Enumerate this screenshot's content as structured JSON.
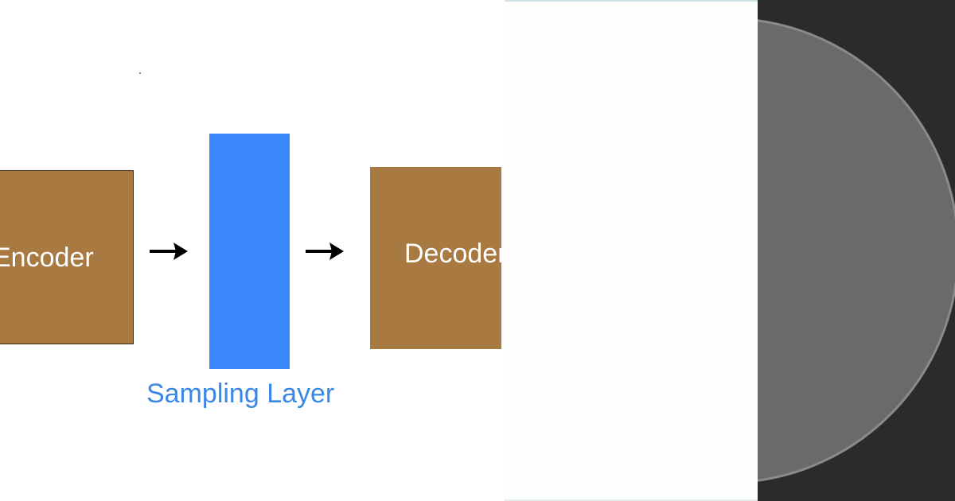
{
  "diagram": {
    "encoder": {
      "label": "Encoder"
    },
    "sampling_layer": {
      "label": "Sampling Layer"
    },
    "decoder": {
      "label": "Decoder"
    }
  },
  "colors": {
    "encoder_fill": "#a87a42",
    "decoder_fill": "#a87a42",
    "sampling_fill": "#3a87fb",
    "sampling_label": "#3a87e4",
    "arrow": "#000000",
    "background": "#ffffff",
    "right_panel_bg": "#2b2b2b",
    "circle_fill": "#6a6a6a",
    "circle_edge": "#8a8a8a"
  }
}
